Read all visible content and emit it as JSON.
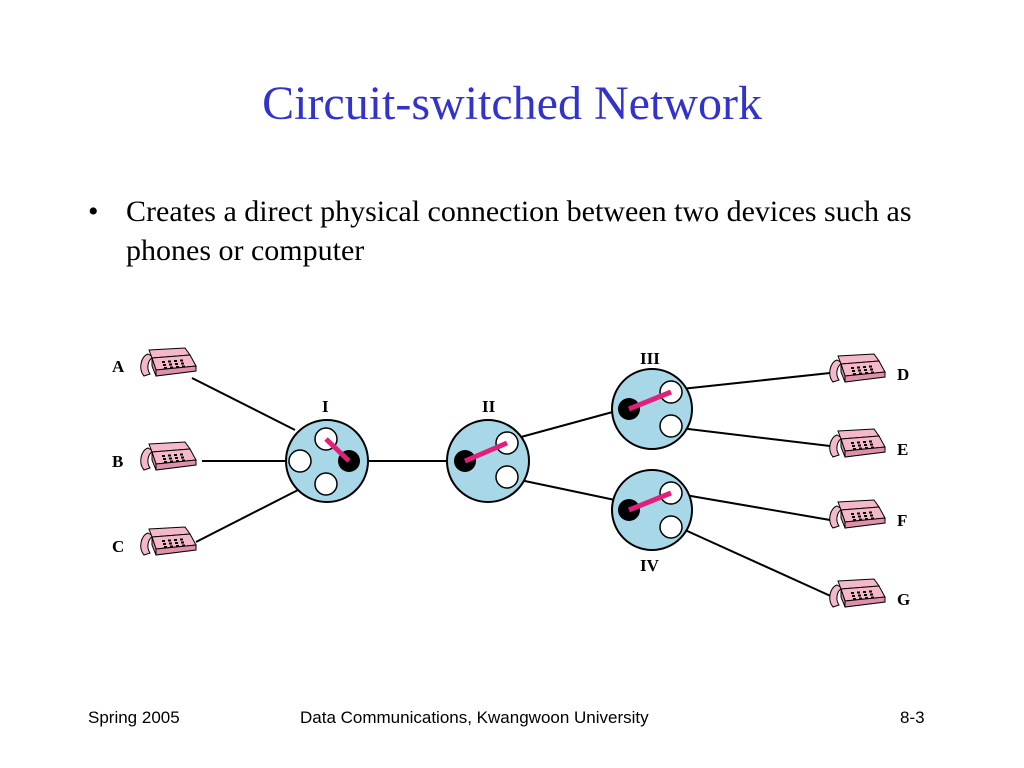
{
  "slide": {
    "title": "Circuit-switched Network",
    "bullets": [
      {
        "marker": "•",
        "text": "Creates a direct physical connection between two devices such as phones or computer"
      }
    ]
  },
  "diagram": {
    "devices": [
      {
        "id": "A",
        "label": "A"
      },
      {
        "id": "B",
        "label": "B"
      },
      {
        "id": "C",
        "label": "C"
      },
      {
        "id": "D",
        "label": "D"
      },
      {
        "id": "E",
        "label": "E"
      },
      {
        "id": "F",
        "label": "F"
      },
      {
        "id": "G",
        "label": "G"
      }
    ],
    "switches": [
      {
        "id": "I",
        "label": "I"
      },
      {
        "id": "II",
        "label": "II"
      },
      {
        "id": "III",
        "label": "III"
      },
      {
        "id": "IV",
        "label": "IV"
      }
    ],
    "links": [
      [
        "A",
        "I"
      ],
      [
        "B",
        "I"
      ],
      [
        "C",
        "I"
      ],
      [
        "I",
        "II"
      ],
      [
        "II",
        "III"
      ],
      [
        "II",
        "IV"
      ],
      [
        "III",
        "D"
      ],
      [
        "III",
        "E"
      ],
      [
        "IV",
        "F"
      ],
      [
        "IV",
        "G"
      ]
    ],
    "colors": {
      "switch_fill": "#a8d8e8",
      "phone_fill": "#f4b8c8",
      "connection": "#e0207a",
      "title": "#3333cc"
    },
    "icon": "telephone-icon"
  },
  "footer": {
    "left": "Spring 2005",
    "center": "Data Communications, Kwangwoon University",
    "right": "8-3"
  }
}
